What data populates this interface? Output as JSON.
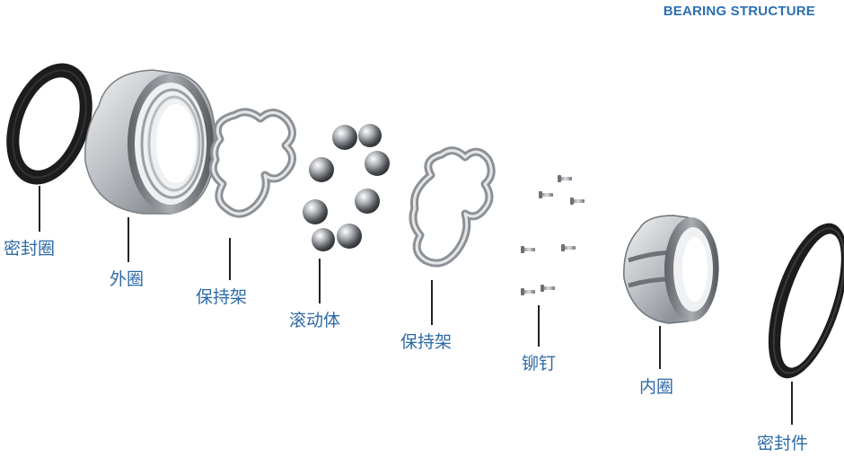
{
  "title": "BEARING STRUCTURE",
  "labels": {
    "seal_ring": "密封圈",
    "outer_ring": "外圈",
    "cage_left": "保持架",
    "rolling_elements": "滚动体",
    "cage_right": "保持架",
    "rivets": "铆钉",
    "inner_ring": "内圈",
    "seal": "密封件"
  },
  "colors": {
    "label": "#2d6aa7",
    "title": "#2a6fb3",
    "leader_line": "#222222",
    "metal_light": "#e6e8ea",
    "metal_dark": "#6e7378",
    "rubber": "#1c1c1c"
  }
}
